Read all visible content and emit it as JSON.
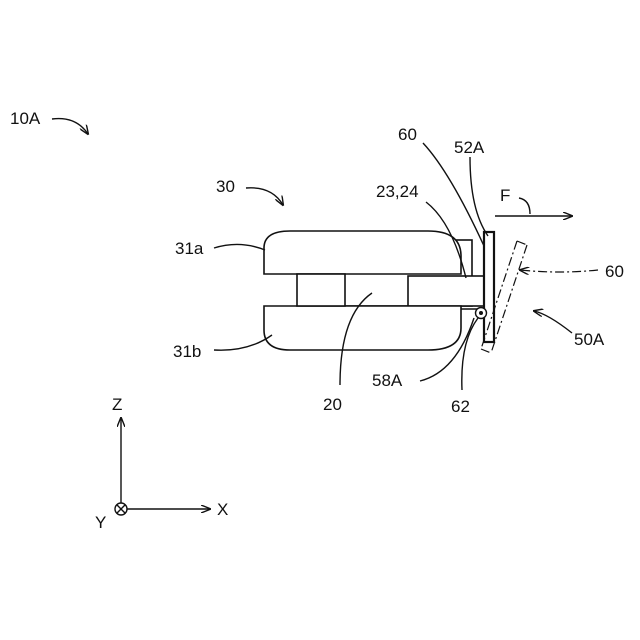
{
  "labels": {
    "assembly": "10A",
    "part_30": "30",
    "part_31a": "31a",
    "part_31b": "31b",
    "part_20": "20",
    "part_2324": "23,24",
    "part_60_top": "60",
    "part_52a": "52A",
    "force": "F",
    "part_60_right": "60",
    "part_50a": "50A",
    "part_58a": "58A",
    "part_62": "62"
  },
  "axes": {
    "z": "Z",
    "x": "X",
    "y": "Y"
  }
}
